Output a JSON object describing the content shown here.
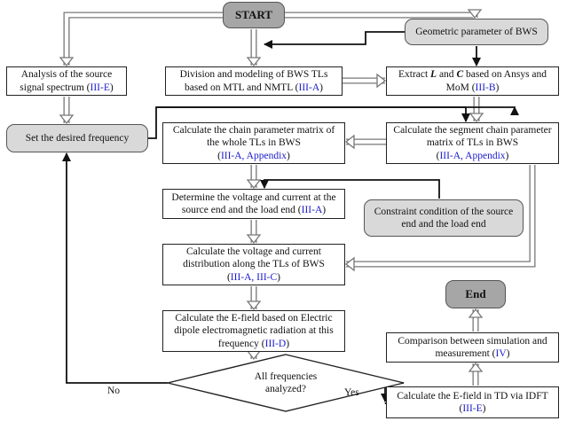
{
  "nodes": {
    "start": {
      "text": "START"
    },
    "end": {
      "text": "End"
    },
    "geometric": {
      "text": "Geometric parameter of BWS"
    },
    "analysis": {
      "l1": "Analysis of the source",
      "l2": "signal spectrum (",
      "ref": "III-E",
      "l2b": ")"
    },
    "division": {
      "l1": "Division and modeling of BWS TLs",
      "l2": "based on MTL and NMTL (",
      "ref": "III-A",
      "l2b": ")"
    },
    "extract": {
      "a": "Extract ",
      "L": "L",
      "and": " and ",
      "C": "C",
      "b": " based on Ansys and",
      "l2": "MoM (",
      "ref": "III-B",
      "l2b": ")"
    },
    "desired": {
      "text": "Set the desired frequency"
    },
    "chain_whole": {
      "l1": "Calculate the chain parameter matrix of",
      "l2": "the whole TLs in BWS",
      "l3a": "(",
      "ref": "III-A, Appendix",
      "l3b": ")"
    },
    "segment": {
      "l1": "Calculate the segment chain parameter",
      "l2": "matrix of TLs in BWS",
      "l3a": "(",
      "ref": "III-A, Appendix",
      "l3b": ")"
    },
    "voltage_ends": {
      "l1": "Determine the voltage and current at the",
      "l2": "source end and the load end (",
      "ref": "III-A",
      "l2b": ")"
    },
    "constraint": {
      "l1": "Constraint condition of the source",
      "l2": "end and the load end"
    },
    "distribution": {
      "l1": "Calculate the voltage and current",
      "l2": "distribution along the TLs of BWS",
      "l3a": "(",
      "ref": "III-A, III-C",
      "l3b": ")"
    },
    "efield": {
      "l1": "Calculate the E-field based on Electric",
      "l2": "dipole electromagnetic radiation at this",
      "l3": "frequency  (",
      "ref": "III-D",
      "l3b": ")"
    },
    "comparison": {
      "l1": "Comparison between simulation and",
      "l2": "measurement  (",
      "ref": "IV",
      "l2b": ")"
    },
    "td": {
      "l1": "Calculate the E-field in TD via IDFT",
      "l2a": "(",
      "ref": "III-E",
      "l2b": ")"
    },
    "decision": {
      "l1": "All frequencies",
      "l2": "analyzed?"
    }
  },
  "labels": {
    "no": "No",
    "yes": "Yes"
  },
  "colors": {
    "terminal": "#a6a6a6",
    "rounded": "#d9d9d9",
    "reference_text": "#1a1acc",
    "line": "#222222"
  }
}
